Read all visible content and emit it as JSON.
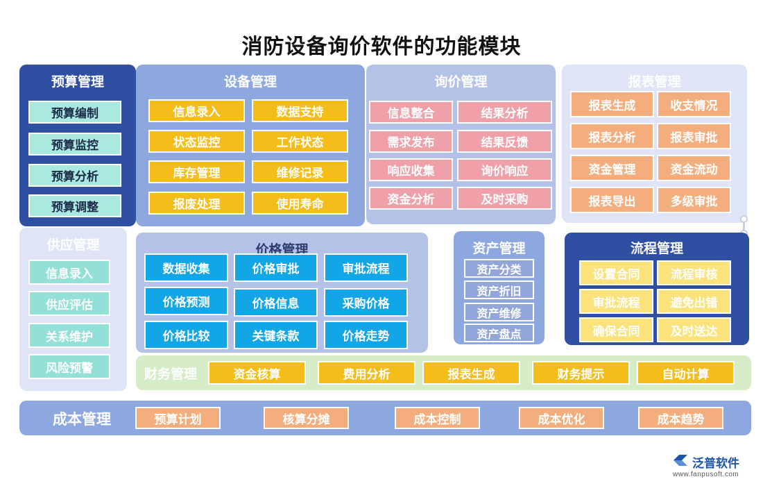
{
  "title": "消防设备询价软件的功能模块",
  "budget": {
    "title": "预算管理",
    "items": [
      "预算编制",
      "预算监控",
      "预算分析",
      "预算调整"
    ]
  },
  "equipment": {
    "title": "设备管理",
    "items": [
      "信息录入",
      "数据支持",
      "状态监控",
      "工作状态",
      "库存管理",
      "维修记录",
      "报废处理",
      "使用寿命"
    ]
  },
  "inquiry": {
    "title": "询价管理",
    "items": [
      "信息整合",
      "结果分析",
      "需求发布",
      "结果反馈",
      "响应收集",
      "询价响应",
      "资金分析",
      "及时采购"
    ]
  },
  "report": {
    "title": "报表管理",
    "items": [
      "报表生成",
      "收支情况",
      "报表分析",
      "报表审批",
      "资金管理",
      "资金流动",
      "报表导出",
      "多级审批"
    ]
  },
  "supply": {
    "title": "供应管理",
    "items": [
      "信息录入",
      "供应评估",
      "关系维护",
      "风险预警"
    ]
  },
  "price": {
    "title": "价格管理",
    "items": [
      "数据收集",
      "价格审批",
      "审批流程",
      "价格预测",
      "价格信息",
      "采购价格",
      "价格比较",
      "关键条款",
      "价格走势"
    ]
  },
  "asset": {
    "title": "资产管理",
    "items": [
      "资产分类",
      "资产折旧",
      "资产维修",
      "资产盘点"
    ]
  },
  "flow": {
    "title": "流程管理",
    "items": [
      "设置合同",
      "流程审核",
      "审批流程",
      "避免出错",
      "确保合同",
      "及时送达"
    ]
  },
  "finance": {
    "title": "财务管理",
    "items": [
      "资金核算",
      "费用分析",
      "报表生成",
      "财务提示",
      "自动计算"
    ]
  },
  "cost": {
    "title": "成本管理",
    "items": [
      "预算计划",
      "核算分摊",
      "成本控制",
      "成本优化",
      "成本趋势"
    ]
  },
  "logo": {
    "name": "泛普软件",
    "url": "www.fanpusoft.com",
    "icon": "fanpu-logo-icon"
  },
  "colors": {
    "dark_blue": "#2f4fa3",
    "mid_blue": "#8da8df",
    "light_blue": "#b4c2e8",
    "pale_blue": "#dfe5f6",
    "yellow": "#f4bd1a",
    "pink": "#f0a0a8",
    "orange": "#f4ae7e",
    "teal": "#a9e9e0",
    "sky": "#12a6e6",
    "light_yellow": "#fbe27a",
    "pale_green": "#d6ecc6"
  }
}
